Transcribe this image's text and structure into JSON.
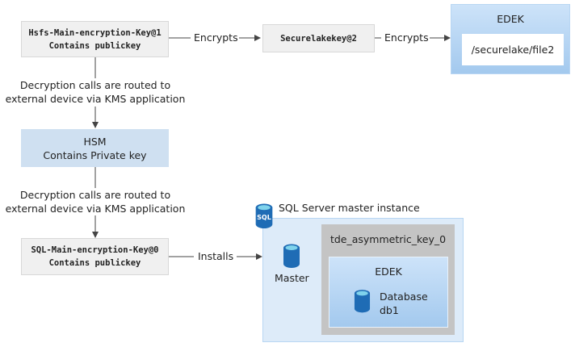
{
  "hsfs_key": {
    "line1": "Hsfs-Main-encryption-Key@1",
    "line2": "Contains publickey"
  },
  "encrypts_1": "Encrypts",
  "securelake_key": "Securelakekey@2",
  "encrypts_2": "Encrypts",
  "edek_top": {
    "title": "EDEK",
    "path": "/securelake/file2"
  },
  "routing_1": {
    "line1": "Decryption calls are routed to",
    "line2": "external device via KMS application"
  },
  "hsm": {
    "line1": "HSM",
    "line2": "Contains Private key"
  },
  "routing_2": {
    "line1": "Decryption calls are routed to",
    "line2": "external device via KMS application"
  },
  "sql_key": {
    "line1": "SQL-Main-encryption-Key@0",
    "line2": "Contains publickey"
  },
  "installs": "Installs",
  "sql_instance": {
    "title": "SQL Server master instance",
    "icon_label": "SQL",
    "master": "Master",
    "asym_key": "tde_asymmetric_key_0",
    "edek": "EDEK",
    "db_line1": "Database",
    "db_line2": "db1"
  },
  "colors": {
    "key_box": "#f0f0f0",
    "hsm": "#cfe0f1",
    "edek_blue": "#b8d6f3",
    "gray": "#c4c4c4",
    "cylinder": "#1e6bb8"
  }
}
